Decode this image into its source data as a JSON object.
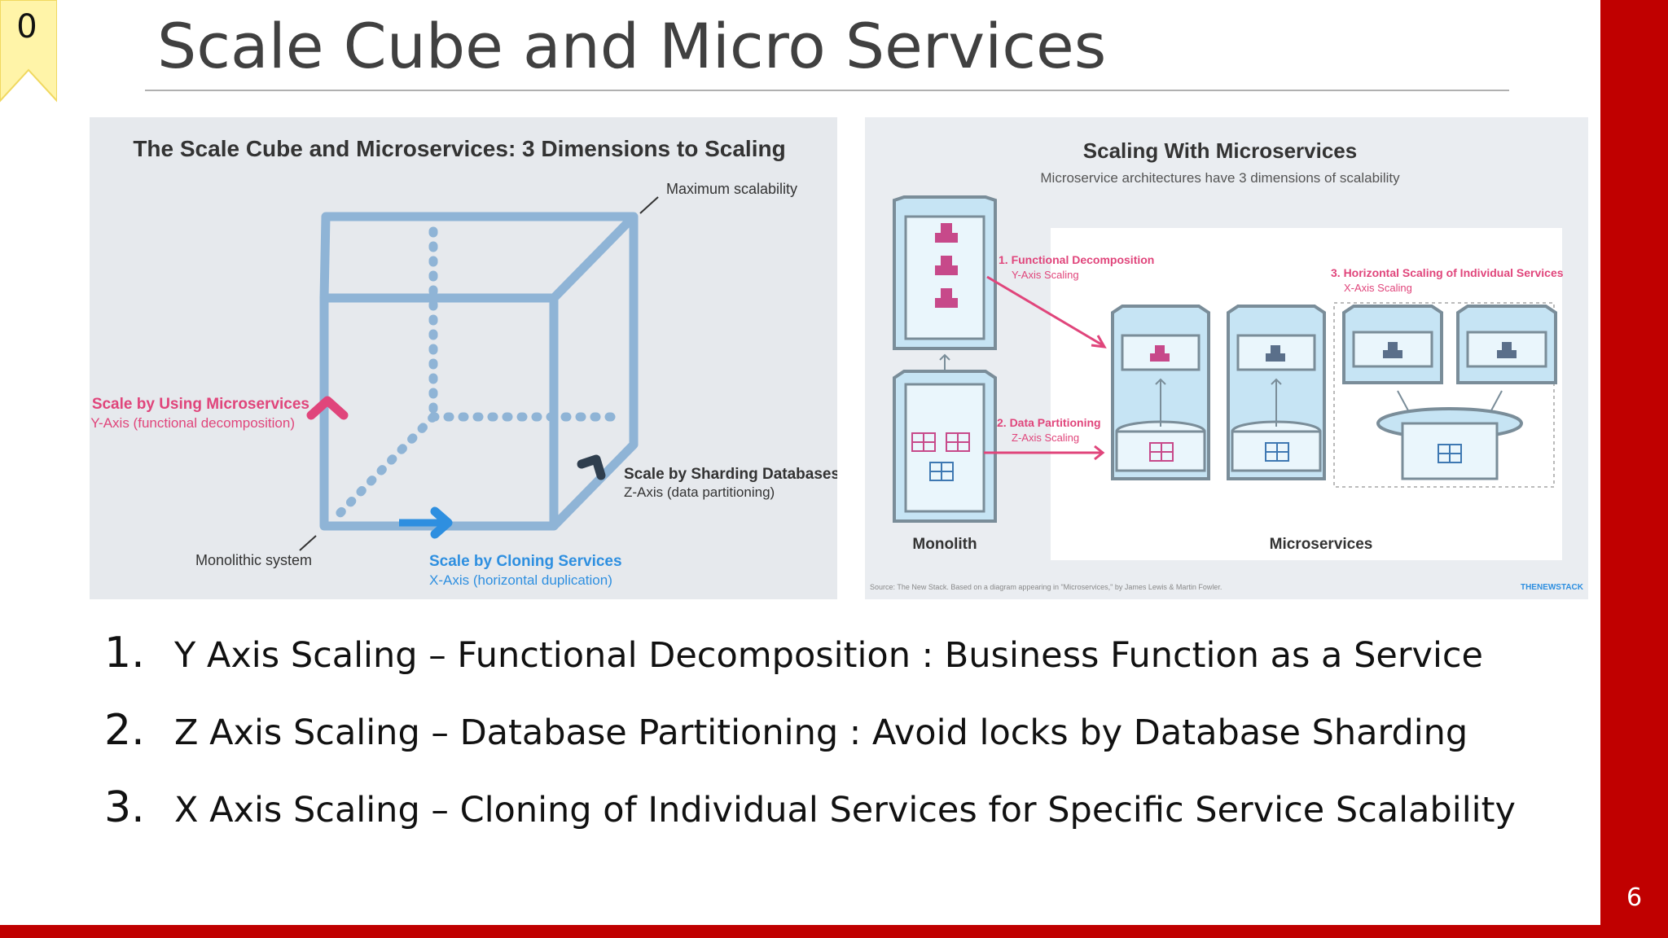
{
  "slide": {
    "marker": "0",
    "title": "Scale Cube and Micro Services",
    "page_number": "6"
  },
  "left_diagram": {
    "heading": "The Scale Cube and Microservices: 3 Dimensions to Scaling",
    "max_label": "Maximum scalability",
    "y_title": "Scale by Using Microservices",
    "y_sub": "Y-Axis (functional decomposition)",
    "z_title": "Scale by Sharding Databases",
    "z_sub": "Z-Axis (data partitioning)",
    "x_title": "Scale by Cloning Services",
    "x_sub": "X-Axis (horizontal duplication)",
    "origin_label": "Monolithic system"
  },
  "right_diagram": {
    "heading": "Scaling With Microservices",
    "subheading": "Microservice architectures have 3 dimensions of scalability",
    "label1_title": "1. Functional Decomposition",
    "label1_sub": "Y-Axis Scaling",
    "label2_title": "2. Data Partitioning",
    "label2_sub": "Z-Axis Scaling",
    "label3_title": "3. Horizontal Scaling of Individual Services",
    "label3_sub": "X-Axis Scaling",
    "monolith": "Monolith",
    "microservices": "Microservices",
    "source": "Source: The New Stack. Based on a diagram appearing in \"Microservices,\" by James Lewis & Martin Fowler.",
    "brand": "THENEWSTACK"
  },
  "points": [
    {
      "num": "1.",
      "text": "Y Axis Scaling – Functional Decomposition : Business Function as a Service"
    },
    {
      "num": "2.",
      "text": "Z Axis Scaling – Database Partitioning : Avoid locks by Database Sharding"
    },
    {
      "num": "3.",
      "text": "X Axis Scaling – Cloning of Individual Services for Specific Service Scalability"
    }
  ],
  "colors": {
    "accent_red": "#c00000",
    "cube_blue": "#8fb4d6",
    "pink": "#e0457b",
    "blue_arrow": "#2e8fe0",
    "dark_arrow": "#2f3e4e",
    "bookmark": "#fff4a8"
  }
}
